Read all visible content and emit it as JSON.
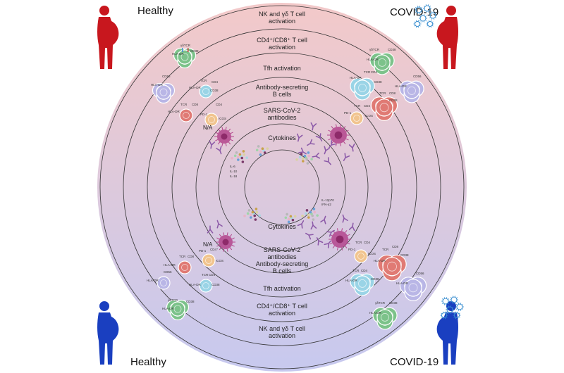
{
  "corners": {
    "top_left": "Healthy",
    "top_right": "COVID-19",
    "bottom_left": "Healthy",
    "bottom_right": "COVID-19"
  },
  "rings_top": [
    [
      "NK and γδ T cell",
      "activation"
    ],
    [
      "CD4⁺/CD8⁺ T cell",
      "activation"
    ],
    [
      "Tfh activation"
    ],
    [
      "Antibody-secreting",
      "B cells"
    ],
    [
      "SARS-CoV-2",
      "antibodies"
    ],
    [
      "Cytokines"
    ]
  ],
  "rings_bottom": [
    [
      "Cytokines"
    ],
    [
      "SARS-CoV-2",
      "antibodies"
    ],
    [
      "Antibody-secreting",
      "B cells"
    ],
    [
      "Tfh activation"
    ],
    [
      "CD4⁺/CD8⁺ T cell",
      "activation"
    ],
    [
      "NK and γδ T cell",
      "activation"
    ]
  ],
  "na_labels": {
    "top": "N/A",
    "bottom": "N/A"
  },
  "cytokines_left": [
    "IL-6",
    "IL-10",
    "IL-18"
  ],
  "cytokines_right": [
    "IL-12p70",
    "IFN-α2"
  ],
  "markers": {
    "gdtcr": "γδTCR",
    "hladr": "HLA-DR",
    "cd38": "CD38",
    "tcr": "TCR",
    "cd4": "CD4",
    "cd8": "CD8",
    "pd1": "PD-1",
    "icos": "ICOS",
    "cd56": "CD56",
    "cd4p": "CD4⁺"
  },
  "colors": {
    "healthy_figure": "#c8171e",
    "covid_figure": "#1a3fc0",
    "bg_top": "#f3c9c9",
    "bg_bottom": "#c7c9ef",
    "nk_cell": "#b9b6e6",
    "gdt_cell": "#7cc28a",
    "cd4_cell": "#9ad4e6",
    "cd8_cell": "#e07a74",
    "tfh_cell": "#f1c48e",
    "b_cell": "#b3448c",
    "virus": "#3a8fd0"
  }
}
